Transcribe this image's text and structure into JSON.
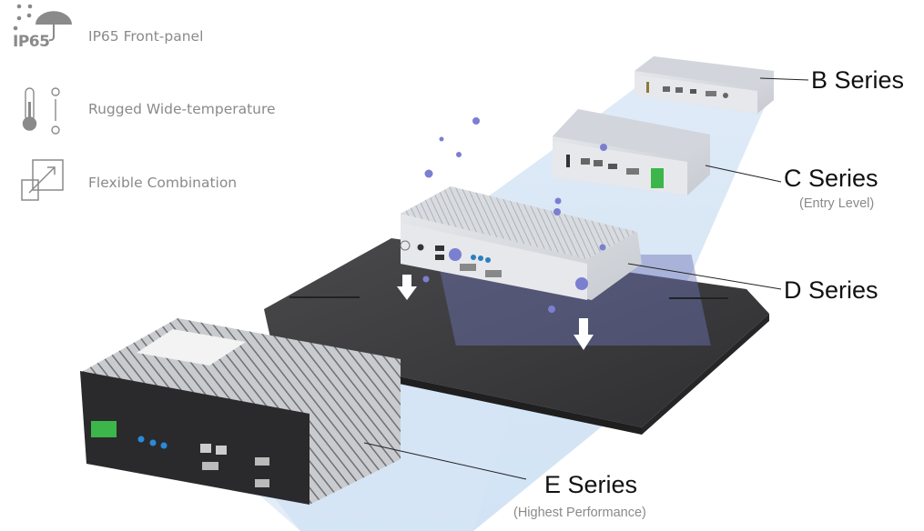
{
  "features": [
    {
      "icon": "ip65-umbrella-icon",
      "badge": "IP65",
      "label": "IP65 Front-panel"
    },
    {
      "icon": "thermometer-icon",
      "label": "Rugged Wide-temperature"
    },
    {
      "icon": "expand-arrow-icon",
      "label": "Flexible Combination"
    }
  ],
  "series": [
    {
      "name": "B Series",
      "subtitle": ""
    },
    {
      "name": "C Series",
      "subtitle": "(Entry Level)"
    },
    {
      "name": "D Series",
      "subtitle": ""
    },
    {
      "name": "E Series",
      "subtitle": "(Highest Performance)"
    }
  ],
  "colors": {
    "icon_gray": "#8a8a8a",
    "beam_blue": "#cfe2f5",
    "dot_purple": "#7b7fd0",
    "panel_dark": "#3a3a3c",
    "green_connector": "#3cb64a"
  }
}
